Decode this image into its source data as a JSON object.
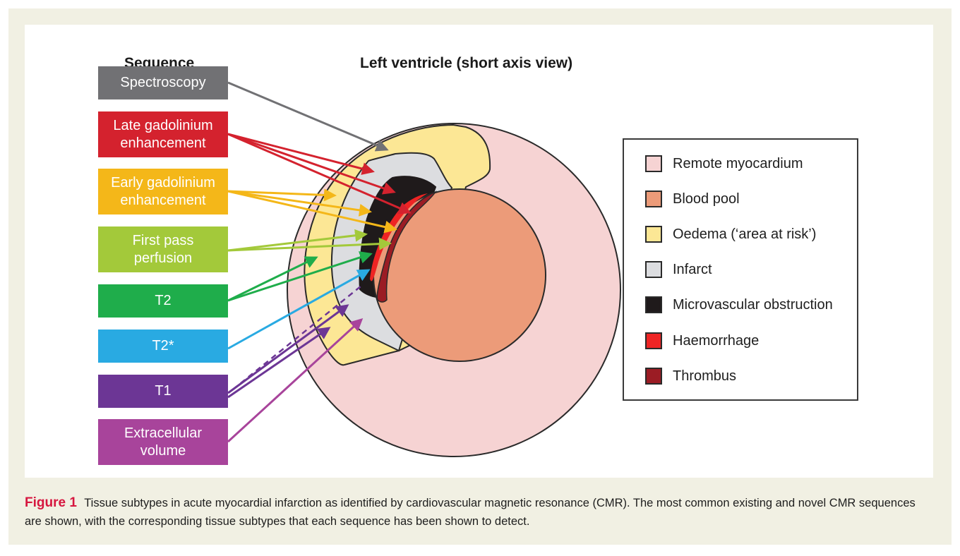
{
  "headings": {
    "sequence": "Sequence",
    "ventricle": "Left ventricle (short axis view)"
  },
  "sequences": [
    {
      "id": "spectroscopy",
      "label": "Spectroscopy",
      "color": "#717174",
      "targets": [
        "Infarct"
      ]
    },
    {
      "id": "lge",
      "label": "Late gadolinium\nenhancement",
      "color": "#d4222e",
      "targets": [
        "Infarct",
        "Microvascular obstruction",
        "Thrombus"
      ]
    },
    {
      "id": "ege",
      "label": "Early gadolinium\nenhancement",
      "color": "#f4b719",
      "targets": [
        "Oedema ('area at risk')",
        "Microvascular obstruction",
        "Thrombus"
      ]
    },
    {
      "id": "fpp",
      "label": "First pass\nperfusion",
      "color": "#a3c93a",
      "targets": [
        "Microvascular obstruction",
        "Thrombus"
      ]
    },
    {
      "id": "t2",
      "label": "T2",
      "color": "#1fad4b",
      "targets": [
        "Oedema ('area at risk')",
        "Haemorrhage"
      ]
    },
    {
      "id": "t2star",
      "label": "T2*",
      "color": "#29aae2",
      "targets": [
        "Haemorrhage"
      ]
    },
    {
      "id": "t1",
      "label": "T1",
      "color": "#6c3695",
      "targets": [
        "Oedema ('area at risk')",
        "Infarct",
        "Microvascular obstruction (dashed)"
      ]
    },
    {
      "id": "ecv",
      "label": "Extracellular\nvolume",
      "color": "#a8449b",
      "targets": [
        "Infarct"
      ]
    }
  ],
  "legend": [
    {
      "label": "Remote myocardium",
      "color": "#f6d3d3"
    },
    {
      "label": "Blood pool",
      "color": "#ec9b79"
    },
    {
      "label": "Oedema (‘area at risk’)",
      "color": "#fce795"
    },
    {
      "label": "Infarct",
      "color": "#dcdde0"
    },
    {
      "label": "Microvascular obstruction",
      "color": "#1f1a1b"
    },
    {
      "label": "Haemorrhage",
      "color": "#ee2424"
    },
    {
      "label": "Thrombus",
      "color": "#9b1c24"
    }
  ],
  "caption": {
    "label": "Figure 1",
    "text": "Tissue subtypes in acute myocardial infarction as identified by cardiovascular magnetic resonance (CMR). The most common existing and novel CMR sequences are shown, with the corresponding tissue subtypes that each sequence has been shown to detect."
  }
}
